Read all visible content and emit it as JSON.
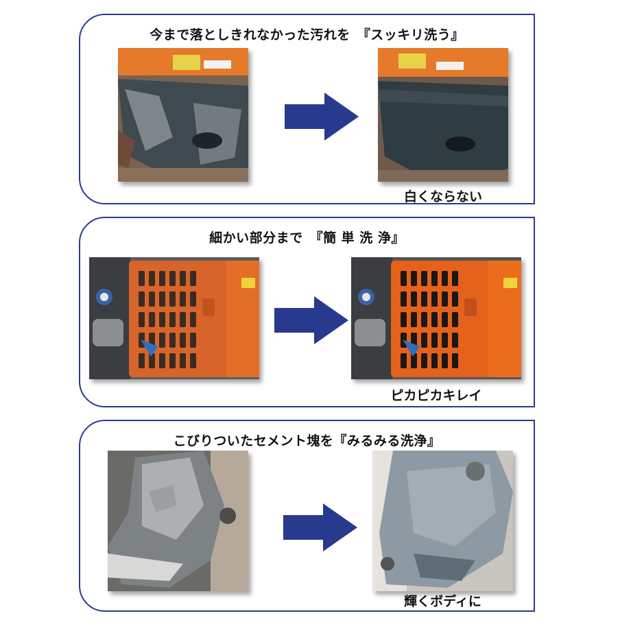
{
  "colors": {
    "frame": "#2c3a8c",
    "arrow": "#273a8e",
    "text": "#111111",
    "excavator_orange": "#e26a2a"
  },
  "sections": [
    {
      "heading": "今まで落としきれなかった汚れを　『スッキリ洗う』",
      "caption": "白くならない",
      "before_image": "dirty-bumper-photo",
      "after_image": "clean-bumper-photo",
      "arrow_icon": "right-arrow-icon"
    },
    {
      "heading": "細かい部分まで　『簡 単 洗 浄』",
      "caption": "ピカピカキレイ",
      "before_image": "dirty-grille-photo",
      "after_image": "clean-grille-photo",
      "arrow_icon": "right-arrow-icon"
    },
    {
      "heading": "こびりついたセメント塊を『みるみる洗浄』",
      "caption": "輝くボディに",
      "before_image": "cement-bucket-photo",
      "after_image": "clean-bucket-photo",
      "arrow_icon": "right-arrow-icon"
    }
  ]
}
